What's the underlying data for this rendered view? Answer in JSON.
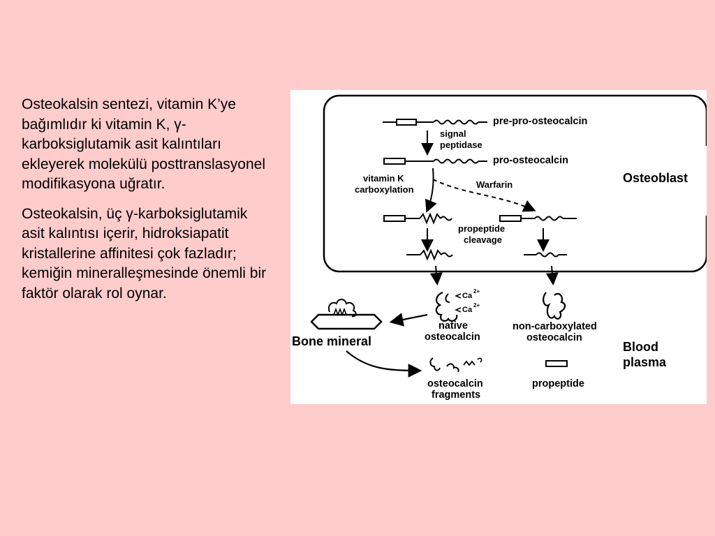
{
  "text": {
    "paragraph1": "Osteokalsin sentezi, vitamin K’ye bağımlıdır ki vitamin K, γ-karboksiglutamik asit kalıntıları ekleyerek molekülü posttranslasyonel modifikasyona uğratır.",
    "paragraph2": "Osteokalsin, üç γ-karboksiglutamik asit kalıntısı içerir, hidroksiapatit kristallerine affinitesi çok fazladır; kemiğin mineralleşmesinde önemli bir faktör olarak rol oynar."
  },
  "diagram": {
    "pre_pro_osteocalcin": "pre-pro-osteocalcin",
    "signal": "signal",
    "peptidase": "peptidase",
    "pro_osteocalcin": "pro-osteocalcin",
    "vitamin_k": "vitamin K",
    "carboxylation": "carboxylation",
    "warfarin": "Warfarin",
    "osteoblast": "Osteoblast",
    "propeptide_1": "propeptide",
    "cleavage": "cleavage",
    "ca2_a": "Ca",
    "ca2_b": "Ca",
    "superscript": "2+",
    "native": "native",
    "osteocalcin_native": "osteocalcin",
    "non_carboxylated": "non-carboxylated",
    "osteocalcin_noncarb": "osteocalcin",
    "bone_mineral": "Bone mineral",
    "blood": "Blood",
    "plasma": "plasma",
    "osteocalcin_frag": "osteocalcin",
    "fragments": "fragments",
    "propeptide_2": "propeptide"
  }
}
